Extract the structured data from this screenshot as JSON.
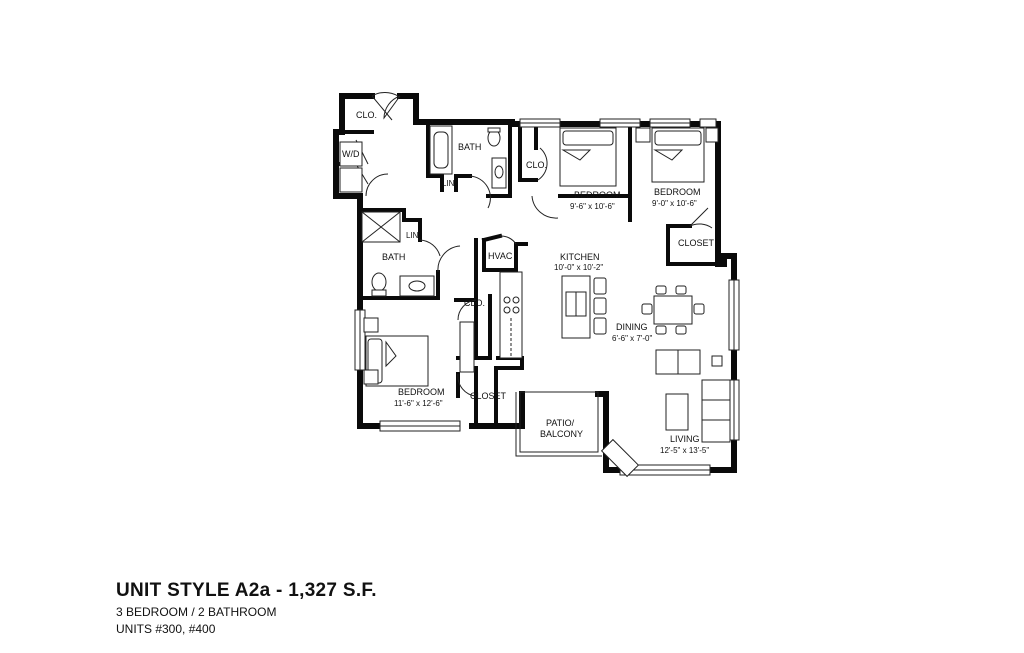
{
  "unit": {
    "title": "UNIT STYLE A2a - 1,327 S.F.",
    "bed_bath": "3 BEDROOM / 2 BATHROOM",
    "units": "UNITS #300, #400"
  },
  "rooms": {
    "clo_entry": "CLO.",
    "wd": "W/D",
    "bath_top": "BATH",
    "lin_top": "LIN",
    "clo_top": "CLO.",
    "bedroom2": "BEDROOM",
    "bedroom2_dim": "9'-6\" x 10'-6\"",
    "bedroom3": "BEDROOM",
    "bedroom3_dim": "9'-0\" x 10'-6\"",
    "closet_right": "CLOSET",
    "lin_mid": "LIN.",
    "bath_left": "BATH",
    "hvac": "HVAC",
    "kitchen": "KITCHEN",
    "kitchen_dim": "10'-0\" x 10'-2\"",
    "clo_mid": "CLO.",
    "dining": "DINING",
    "dining_dim": "6'-6\" x 7'-0\"",
    "bedroom1": "BEDROOM",
    "bedroom1_dim": "11'-6\" x 12'-6\"",
    "closet_left": "CLOSET",
    "patio": "PATIO/",
    "balcony": "BALCONY",
    "living": "LIVING",
    "living_dim": "12'-5\" x 13'-5\""
  }
}
